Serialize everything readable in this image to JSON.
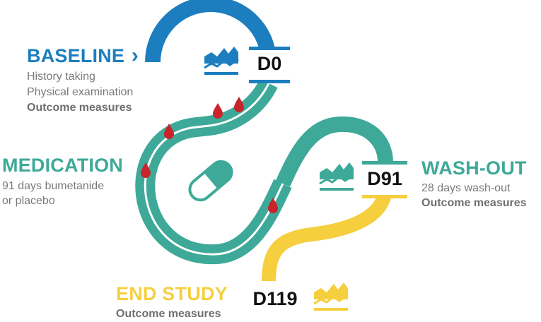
{
  "colors": {
    "baseline": "#1c7ebf",
    "medication": "#3ea998",
    "washout": "#3ea998",
    "end_study": "#f6cf3f",
    "drop": "#c9232c",
    "text_gray": "#7a7a7a",
    "day_text": "#111111"
  },
  "baseline": {
    "title": "BASELINE",
    "chevron": "›",
    "items": [
      "History taking",
      "Physical examination",
      "Outcome measures"
    ]
  },
  "medication": {
    "title": "MEDICATION",
    "items": [
      "91 days bumetanide",
      "or placebo"
    ]
  },
  "washout": {
    "title": "WASH-OUT",
    "items": [
      "28 days wash-out",
      "Outcome measures"
    ]
  },
  "end_study": {
    "title": "END STUDY",
    "items": [
      "Outcome measures"
    ]
  },
  "days": {
    "d0": "D0",
    "d91": "D91",
    "d119": "D119"
  },
  "icons": {
    "chart": "area-chart-icon",
    "pill": "pill-capsule-icon",
    "drop": "blood-drop-icon"
  }
}
